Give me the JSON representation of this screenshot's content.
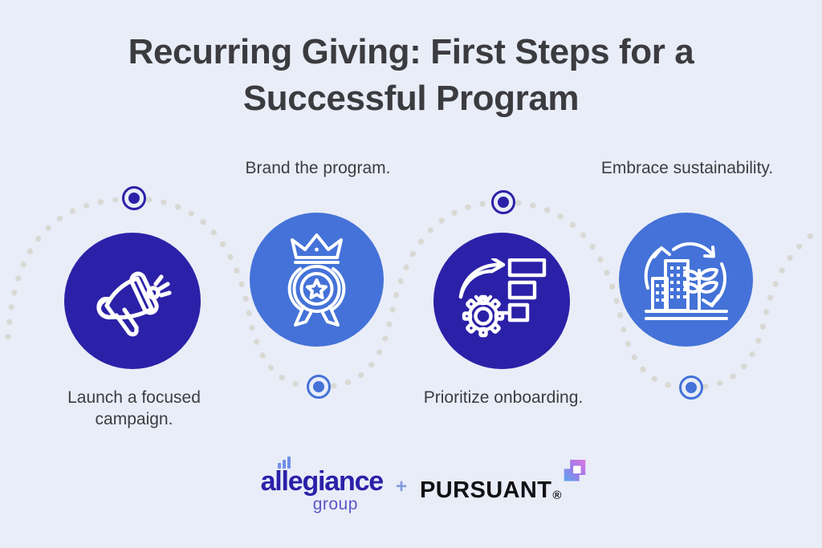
{
  "page": {
    "title": "Recurring Giving: First Steps for a Successful Program",
    "background_color": "#e9edf8",
    "title_color": "#3b3b40"
  },
  "colors": {
    "dark_blue": "#2b21a8",
    "mid_blue": "#4472d8",
    "dot_gray": "#d9d9d4",
    "text_gray": "#3c3c41",
    "icon_white": "#ffffff"
  },
  "steps": [
    {
      "index": 1,
      "label": "Launch a focused campaign.",
      "icon": "megaphone-icon",
      "disc_color": "#2b21a8",
      "marker_color": "#2b21a8",
      "caption_position": "below"
    },
    {
      "index": 2,
      "label": "Brand the program.",
      "icon": "award-medal-crown-icon",
      "disc_color": "#4472d8",
      "marker_color": "#4472d8",
      "caption_position": "above"
    },
    {
      "index": 3,
      "label": "Prioritize onboarding.",
      "icon": "gear-workflow-arrow-icon",
      "disc_color": "#2b21a8",
      "marker_color": "#2b21a8",
      "caption_position": "below"
    },
    {
      "index": 4,
      "label": "Embrace sustainability.",
      "icon": "sustainable-building-plant-recycle-icon",
      "disc_color": "#4472d8",
      "marker_color": "#4472d8",
      "caption_position": "above"
    }
  ],
  "footer": {
    "allegiance_name": "allegiance",
    "allegiance_sub": "group",
    "separator": "+",
    "pursuant_name": "PURSUANT",
    "pursuant_trademark": "®",
    "pursuant_mark": "pursuant-plus-mark-icon"
  }
}
